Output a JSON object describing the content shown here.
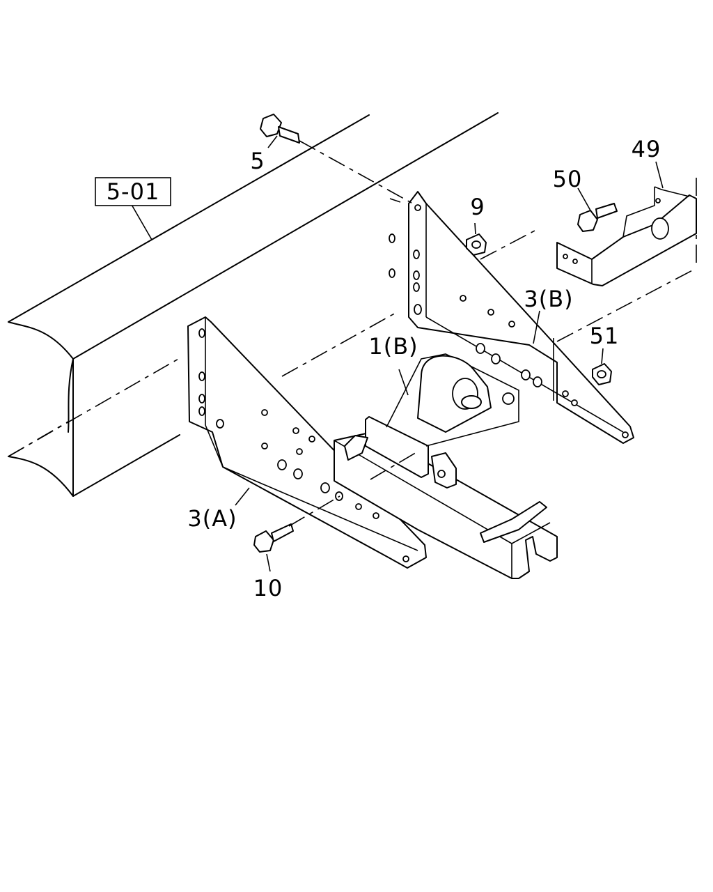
{
  "diagram": {
    "reference_label": "5-01",
    "callouts": {
      "p5": "5",
      "p9": "9",
      "p49": "49",
      "p50": "50",
      "p51": "51",
      "p3b": "3(B)",
      "p1b": "1(B)",
      "p3a": "3(A)",
      "p10": "10"
    }
  }
}
